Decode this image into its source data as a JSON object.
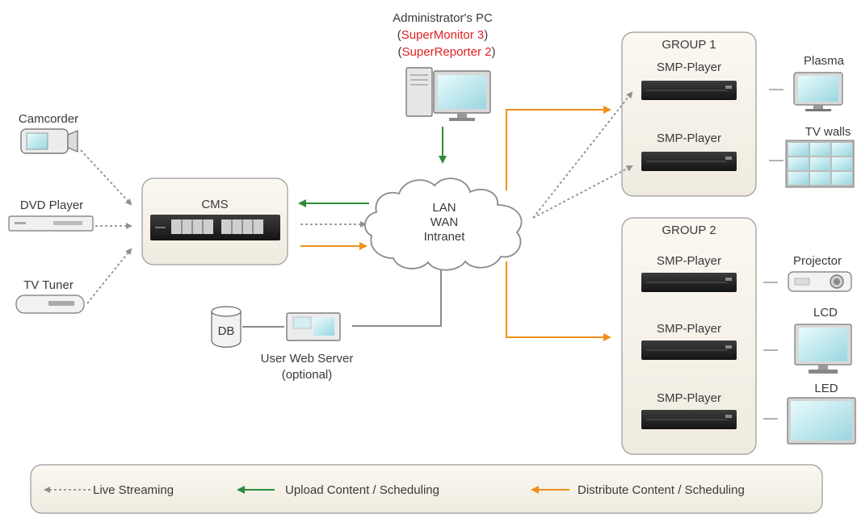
{
  "admin_pc": {
    "title": "Administrator's PC",
    "app1": "SuperMonitor 3",
    "app2": "SuperReporter 2"
  },
  "sources": {
    "camcorder": "Camcorder",
    "dvd_player": "DVD Player",
    "tv_tuner": "TV Tuner"
  },
  "cms": {
    "label": "CMS"
  },
  "network": {
    "line1": "LAN",
    "line2": "WAN",
    "line3": "Intranet"
  },
  "web_server": {
    "db": "DB",
    "label": "User Web Server",
    "note": "(optional)"
  },
  "group1": {
    "title": "GROUP 1",
    "players": [
      "SMP-Player",
      "SMP-Player"
    ],
    "displays": [
      "Plasma",
      "TV walls"
    ]
  },
  "group2": {
    "title": "GROUP 2",
    "players": [
      "SMP-Player",
      "SMP-Player",
      "SMP-Player"
    ],
    "displays": [
      "Projector",
      "LCD",
      "LED"
    ]
  },
  "legend": {
    "live": "Live Streaming",
    "upload": "Upload Content / Scheduling",
    "distribute": "Distribute Content / Scheduling"
  },
  "colors": {
    "live": "#8f8f8f",
    "upload": "#2e8b3a",
    "distribute": "#f0901a",
    "accent_red": "#e02020"
  }
}
